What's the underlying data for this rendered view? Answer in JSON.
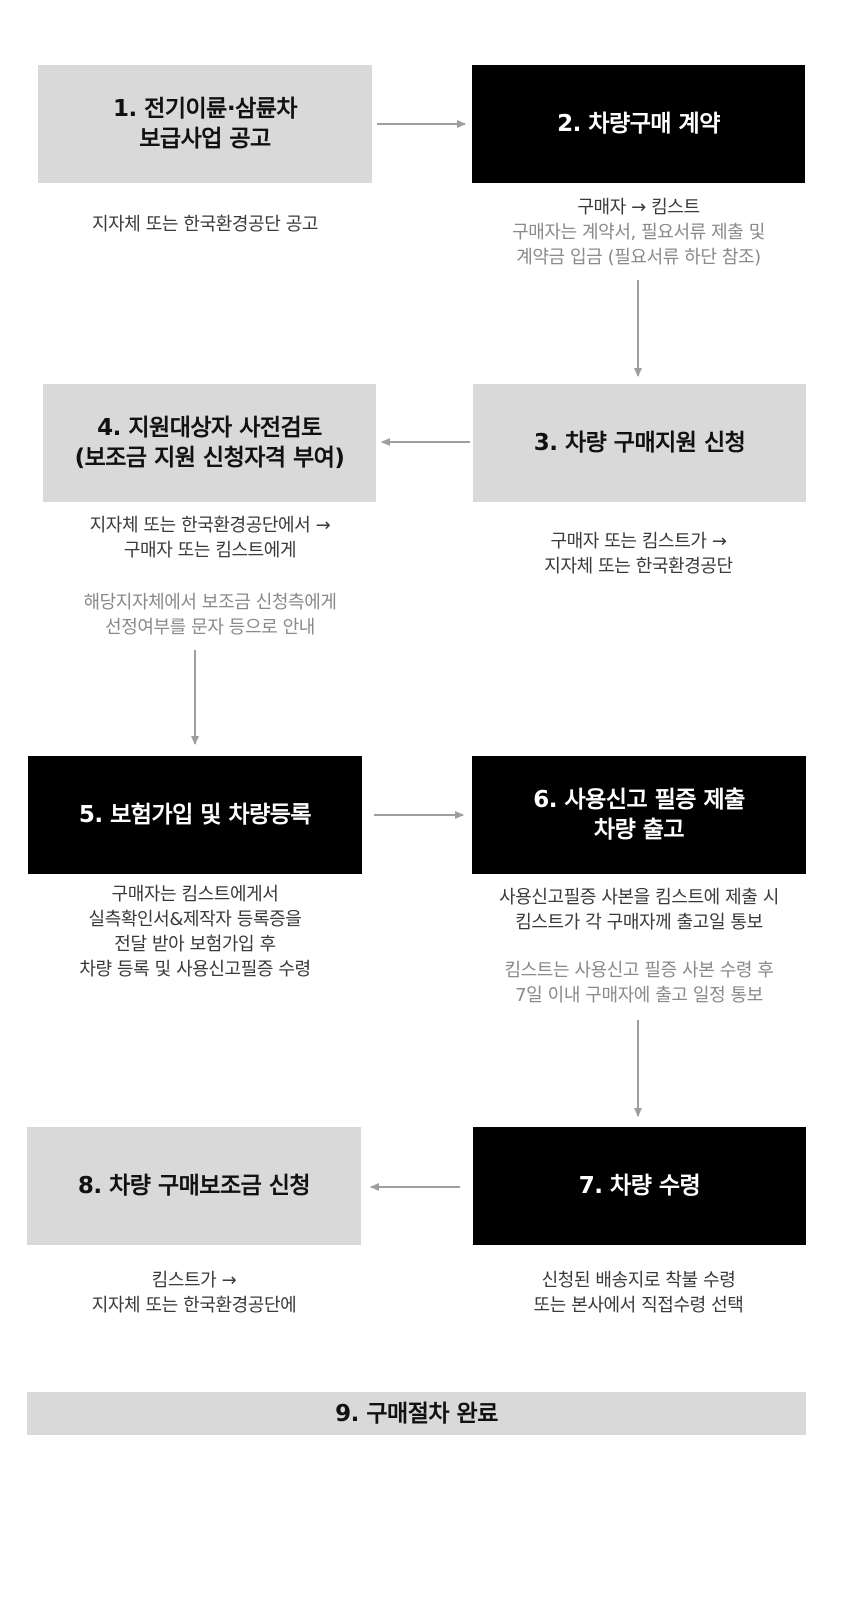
{
  "colors": {
    "light_box": "#d9d9d9",
    "dark_box": "#000000",
    "arrow": "#9e9e9e",
    "text_dark": "#3a3a3a",
    "text_gray": "#8a8a8a"
  },
  "steps": {
    "s1": {
      "title": "1. 전기이륜·삼륜차\n보급사업 공고",
      "desc": [
        "지자체 또는 한국환경공단 공고"
      ]
    },
    "s2": {
      "title": "2. 차량구매 계약",
      "desc": [
        "구매자 → 킴스트"
      ],
      "note": [
        "구매자는 계약서, 필요서류 제출 및",
        "계약금 입금 (필요서류 하단 참조)"
      ]
    },
    "s3": {
      "title": "3. 차량 구매지원 신청",
      "desc": [
        "구매자 또는 킴스트가 →",
        "지자체 또는 한국환경공단"
      ]
    },
    "s4": {
      "title": "4. 지원대상자 사전검토\n(보조금 지원 신청자격 부여)",
      "desc": [
        "지자체 또는 한국환경공단에서 →",
        "구매자 또는 킴스트에게"
      ],
      "note": [
        "해당지자체에서 보조금 신청측에게",
        "선정여부를 문자 등으로 안내"
      ]
    },
    "s5": {
      "title": "5. 보험가입 및 차량등록",
      "desc": [
        "구매자는 킴스트에게서",
        "실측확인서&제작자 등록증을",
        "전달 받아 보험가입 후",
        "차량 등록 및 사용신고필증 수령"
      ]
    },
    "s6": {
      "title": "6. 사용신고 필증 제출\n차량 출고",
      "desc": [
        "사용신고필증 사본을 킴스트에 제출 시",
        "킴스트가 각 구매자께 출고일 통보"
      ],
      "note": [
        "킴스트는 사용신고 필증 사본 수령 후",
        "7일 이내 구매자에 출고 일정 통보"
      ]
    },
    "s7": {
      "title": "7. 차량 수령",
      "desc": [
        "신청된 배송지로 착불 수령",
        "또는 본사에서 직접수령 선택"
      ]
    },
    "s8": {
      "title": "8. 차량 구매보조금 신청",
      "desc": [
        "킴스트가 →",
        "지자체 또는 한국환경공단에"
      ]
    },
    "s9": {
      "title": "9. 구매절차 완료"
    }
  }
}
